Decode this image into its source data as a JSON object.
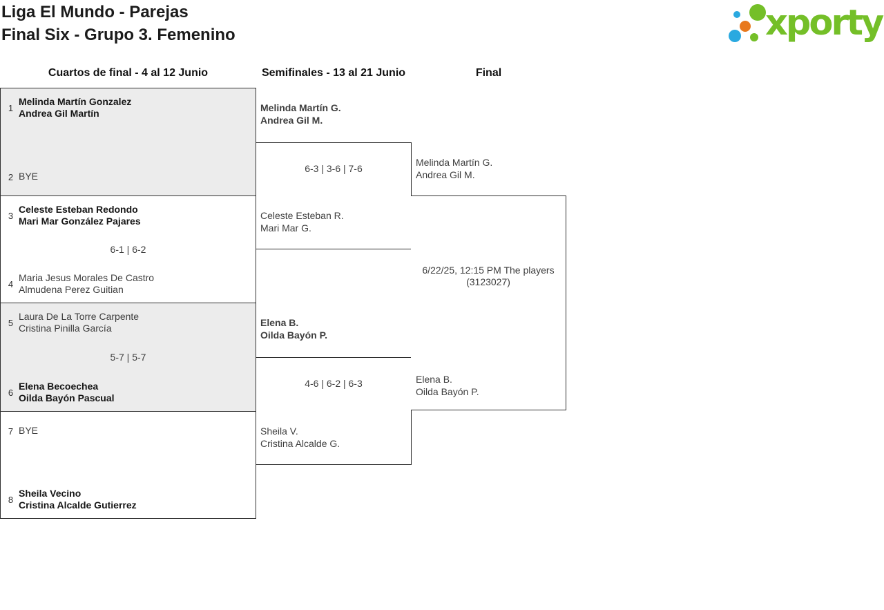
{
  "title": {
    "line1": "Liga El Mundo - Parejas",
    "line2": "Final Six - Grupo 3. Femenino"
  },
  "logo": {
    "text": "xporty",
    "green": "#74bf28",
    "blue": "#2aa9e0",
    "orange": "#e8781c"
  },
  "round_headers": {
    "quarterfinals": "Cuartos de final - 4 al 12 Junio",
    "semifinals": "Semifinales - 13 al 21 Junio",
    "final": "Final"
  },
  "bracket": {
    "quarterfinals": [
      {
        "seed_top": "1",
        "team_top": [
          "Melinda Martín Gonzalez",
          "Andrea Gil Martín"
        ],
        "score": "",
        "seed_bottom": "2",
        "team_bottom": [
          "BYE"
        ]
      },
      {
        "seed_top": "3",
        "team_top": [
          "Celeste Esteban Redondo",
          "Mari Mar González Pajares"
        ],
        "score": "6-1 | 6-2",
        "seed_bottom": "4",
        "team_bottom": [
          "Maria Jesus Morales De Castro",
          "Almudena Perez Guitian"
        ]
      },
      {
        "seed_top": "5",
        "team_top": [
          "Laura De La Torre Carpente",
          "Cristina Pinilla García"
        ],
        "score": "5-7 | 5-7",
        "seed_bottom": "6",
        "team_bottom": [
          "Elena Becoechea",
          "Oilda Bayón Pascual"
        ]
      },
      {
        "seed_top": "7",
        "team_top": [
          "BYE"
        ],
        "score": "",
        "seed_bottom": "8",
        "team_bottom": [
          "Sheila Vecino",
          "Cristina Alcalde Gutierrez"
        ]
      }
    ],
    "semifinals": [
      {
        "team_top": [
          "Melinda Martín G.",
          "Andrea Gil M."
        ],
        "score": "6-3 | 3-6 | 7-6",
        "team_bottom": [
          "Celeste Esteban R.",
          "Mari Mar G."
        ]
      },
      {
        "team_top": [
          "Elena B.",
          "Oilda Bayón P."
        ],
        "score": "4-6 | 6-2 | 6-3",
        "team_bottom": [
          "Sheila V.",
          "Cristina Alcalde G."
        ]
      }
    ],
    "final": {
      "team_top": [
        "Melinda Martín G.",
        "Andrea Gil M."
      ],
      "info": "6/22/25, 12:15 PM The players (3123027)",
      "team_bottom": [
        "Elena B.",
        "Oilda Bayón P."
      ]
    }
  }
}
